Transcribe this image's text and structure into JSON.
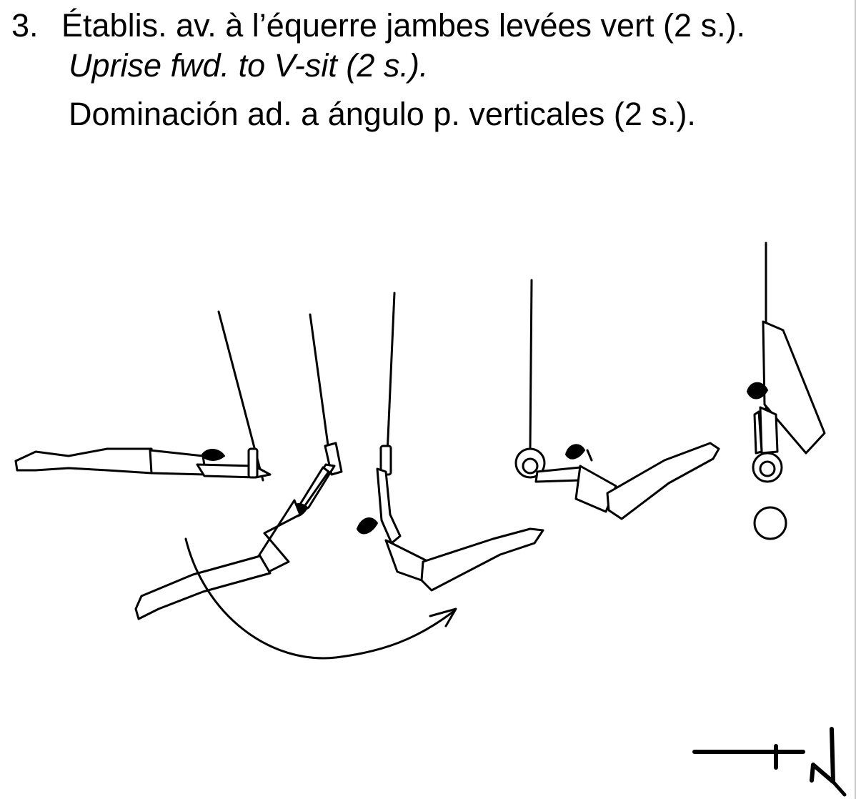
{
  "element": {
    "number": "3.",
    "title_fr": "Établis. av. à l’équerre jambes levées vert (2 s.).",
    "title_en": "Uprise fwd. to V-sit (2 s.).",
    "title_es": "Dominación ad. a ángulo p. verticales (2 s.)."
  },
  "illustration": {
    "icons": [
      "gymnast-hang-icon",
      "gymnast-swing-icon",
      "gymnast-pike-icon",
      "gymnast-support-icon",
      "gymnast-vsit-icon",
      "rotation-arrow-icon",
      "ring-icon",
      "author-signature"
    ]
  }
}
